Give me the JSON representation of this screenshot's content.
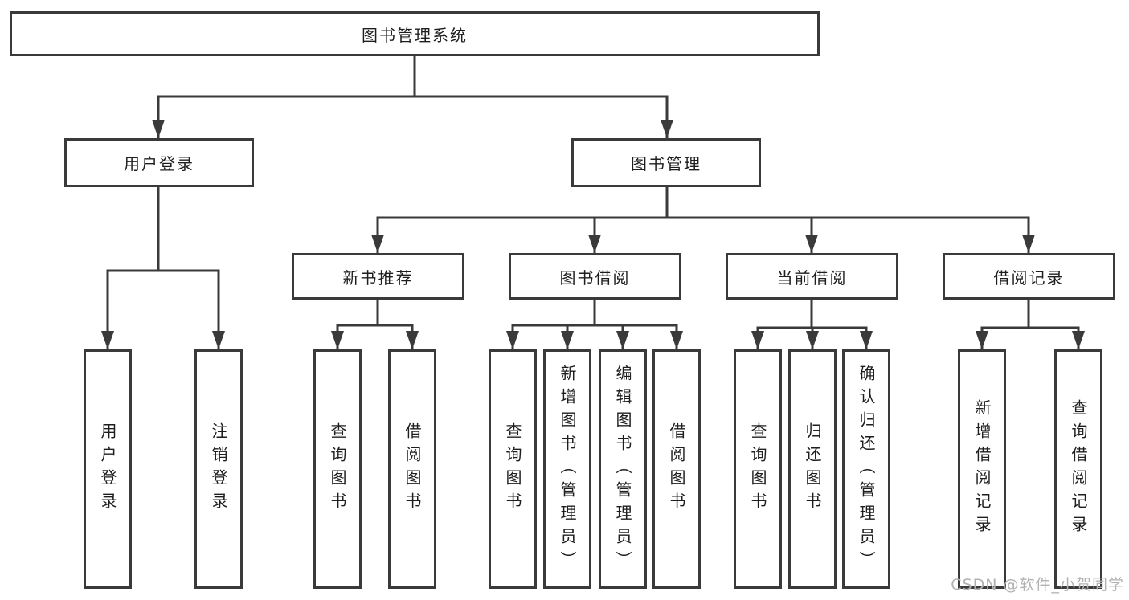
{
  "diagram": {
    "type": "hierarchy-structure-diagram",
    "nodes": {
      "root": "图书管理系统",
      "user_login": "用户登录",
      "book_mgmt": "图书管理",
      "new_books": "新书推荐",
      "book_borrow": "图书借阅",
      "current_borrow": "当前借阅",
      "borrow_records": "借阅记录",
      "leaf_user_login": "用户登录",
      "leaf_logout": "注销登录",
      "leaf_nb_query": "查询图书",
      "leaf_nb_borrow": "借阅图书",
      "leaf_bw_query": "查询图书",
      "leaf_bw_add": "新增图书（管理员）",
      "leaf_bw_edit": "编辑图书（管理员）",
      "leaf_bw_borrow": "借阅图书",
      "leaf_cur_query": "查询图书",
      "leaf_cur_return": "归还图书",
      "leaf_cur_confirm": "确认归还（管理员）",
      "leaf_rec_add": "新增借阅记录",
      "leaf_rec_query": "查询借阅记录"
    },
    "hierarchy": {
      "图书管理系统": {
        "用户登录": [
          "用户登录",
          "注销登录"
        ],
        "图书管理": {
          "新书推荐": [
            "查询图书",
            "借阅图书"
          ],
          "图书借阅": [
            "查询图书",
            "新增图书（管理员）",
            "编辑图书（管理员）",
            "借阅图书"
          ],
          "当前借阅": [
            "查询图书",
            "归还图书",
            "确认归还（管理员）"
          ],
          "借阅记录": [
            "新增借阅记录",
            "查询借阅记录"
          ]
        }
      }
    },
    "watermark": "CSDN @软件_小贺同学",
    "colors": {
      "line": "#3a3a3a",
      "box_border": "#3a3a3a",
      "text": "#1e1e1e",
      "watermark": "#b2b2b2",
      "background": "#ffffff"
    }
  }
}
